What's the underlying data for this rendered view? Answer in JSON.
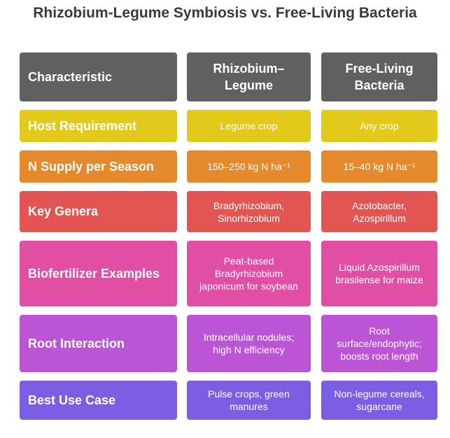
{
  "title": "Rhizobium-Legume Symbiosis vs. Free-Living Bacteria",
  "header": {
    "characteristic": "Characteristic",
    "col1": "Rhizobium–Legume",
    "col2": "Free-Living Bacteria",
    "color": "#606060"
  },
  "rows": [
    {
      "label": "Host Requirement",
      "rhizobium": "Legume crop",
      "free_living": "Any crop",
      "color": "#e2c91a"
    },
    {
      "label": "N Supply per Season",
      "rhizobium": "150–250 kg N ha⁻¹",
      "free_living": "15–40 kg N ha⁻¹",
      "color": "#e58a2c"
    },
    {
      "label": "Key Genera",
      "rhizobium": "Bradyrhizobium, Sinorhizobium",
      "free_living": "Azotobacter, Azospirillum",
      "color": "#e35553"
    },
    {
      "label": "Biofertilizer Examples",
      "rhizobium": "Peat-based Bradyrhizobium japonicum for soybean",
      "free_living": "Liquid Azospirillum brasilense for maize",
      "color": "#e04fa3"
    },
    {
      "label": "Root Interaction",
      "rhizobium": "Intracellular nodules; high N efficiency",
      "free_living": "Root surface/endophytic; boosts root length",
      "color": "#bb55d6"
    },
    {
      "label": "Best Use Case",
      "rhizobium": "Pulse crops, green manures",
      "free_living": "Non-legume cereals, sugarcane",
      "color": "#7c5ee3"
    }
  ]
}
